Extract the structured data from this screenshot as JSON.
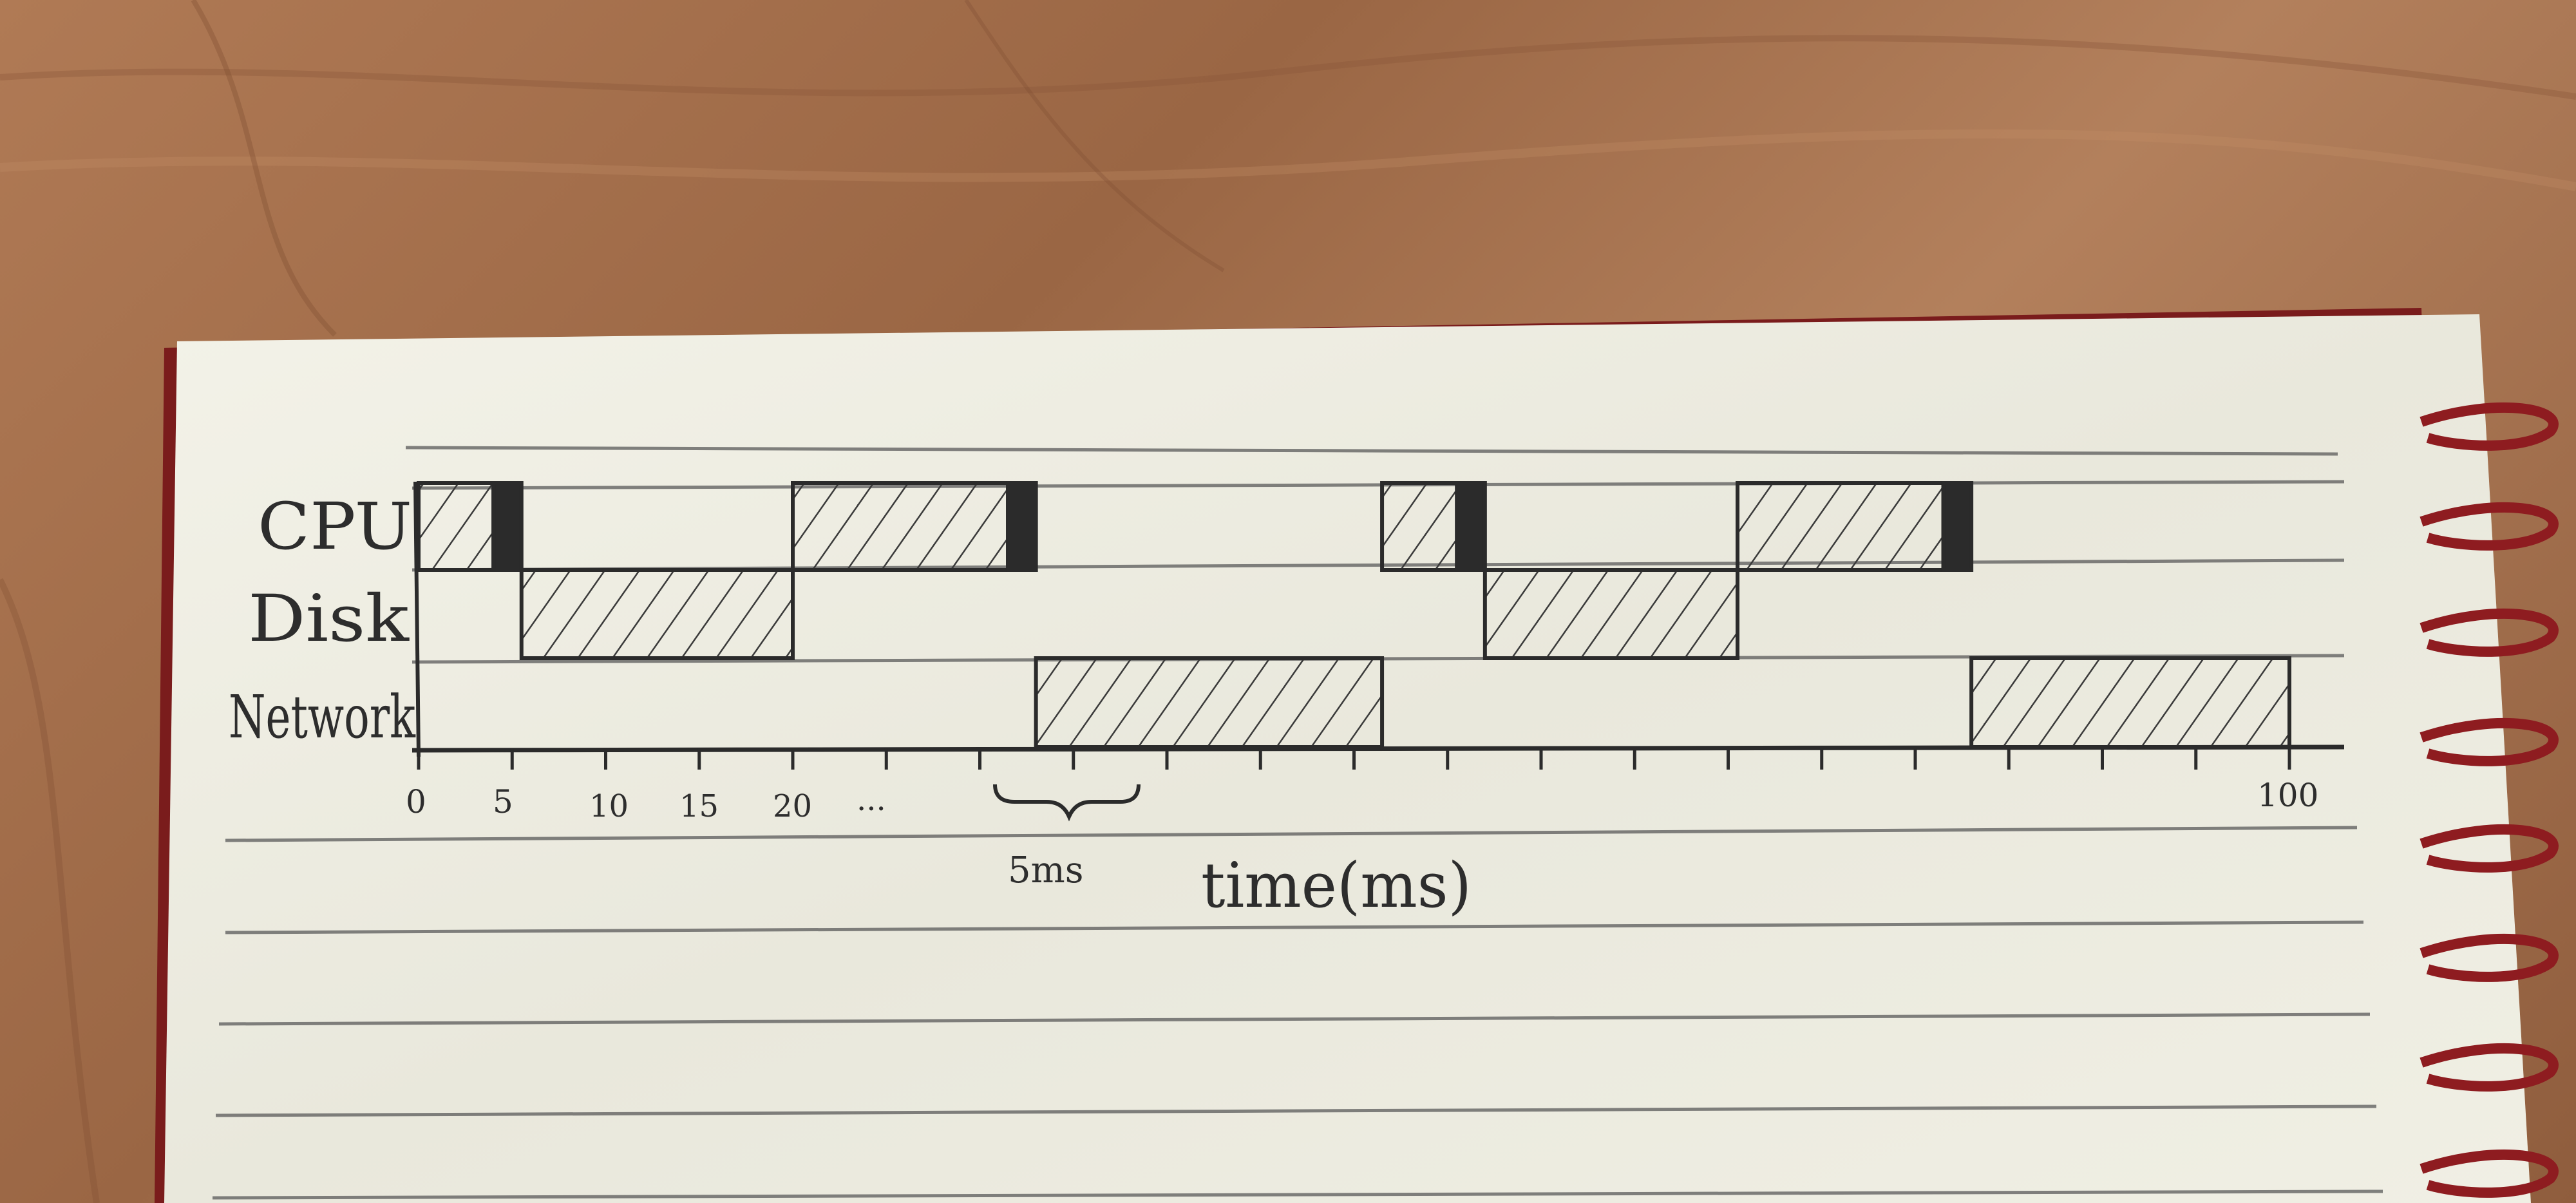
{
  "diagram": {
    "resources": [
      "CPU",
      "Disk",
      "Network"
    ],
    "tick_labels": [
      "0",
      "5",
      "10",
      "15",
      "20",
      "...",
      "100"
    ],
    "interval_label": "5ms",
    "axis_label": "time(ms)"
  },
  "chart_data": {
    "type": "gantt",
    "x_unit": "ms",
    "xlim": [
      0,
      100
    ],
    "tick_step": 5,
    "rows": [
      {
        "resource": "CPU",
        "segments": [
          {
            "start": 0,
            "end": 4,
            "fill": "hatched"
          },
          {
            "start": 4,
            "end": 5.5,
            "fill": "solid"
          },
          {
            "start": 20,
            "end": 31.5,
            "fill": "hatched"
          },
          {
            "start": 31.5,
            "end": 33,
            "fill": "solid"
          },
          {
            "start": 51.5,
            "end": 55.5,
            "fill": "hatched"
          },
          {
            "start": 55.5,
            "end": 57,
            "fill": "solid"
          },
          {
            "start": 70.5,
            "end": 81.5,
            "fill": "hatched"
          },
          {
            "start": 81.5,
            "end": 83,
            "fill": "solid"
          }
        ]
      },
      {
        "resource": "Disk",
        "segments": [
          {
            "start": 5.5,
            "end": 20,
            "fill": "hatched"
          },
          {
            "start": 57,
            "end": 70.5,
            "fill": "hatched"
          }
        ]
      },
      {
        "resource": "Network",
        "segments": [
          {
            "start": 33,
            "end": 51.5,
            "fill": "hatched"
          },
          {
            "start": 83,
            "end": 100,
            "fill": "hatched"
          }
        ]
      }
    ],
    "colors": {
      "ink": "#2b2b2b",
      "paper": "#f1f0e6",
      "spiral": "#8e1c20",
      "wood": "#a87350"
    }
  }
}
